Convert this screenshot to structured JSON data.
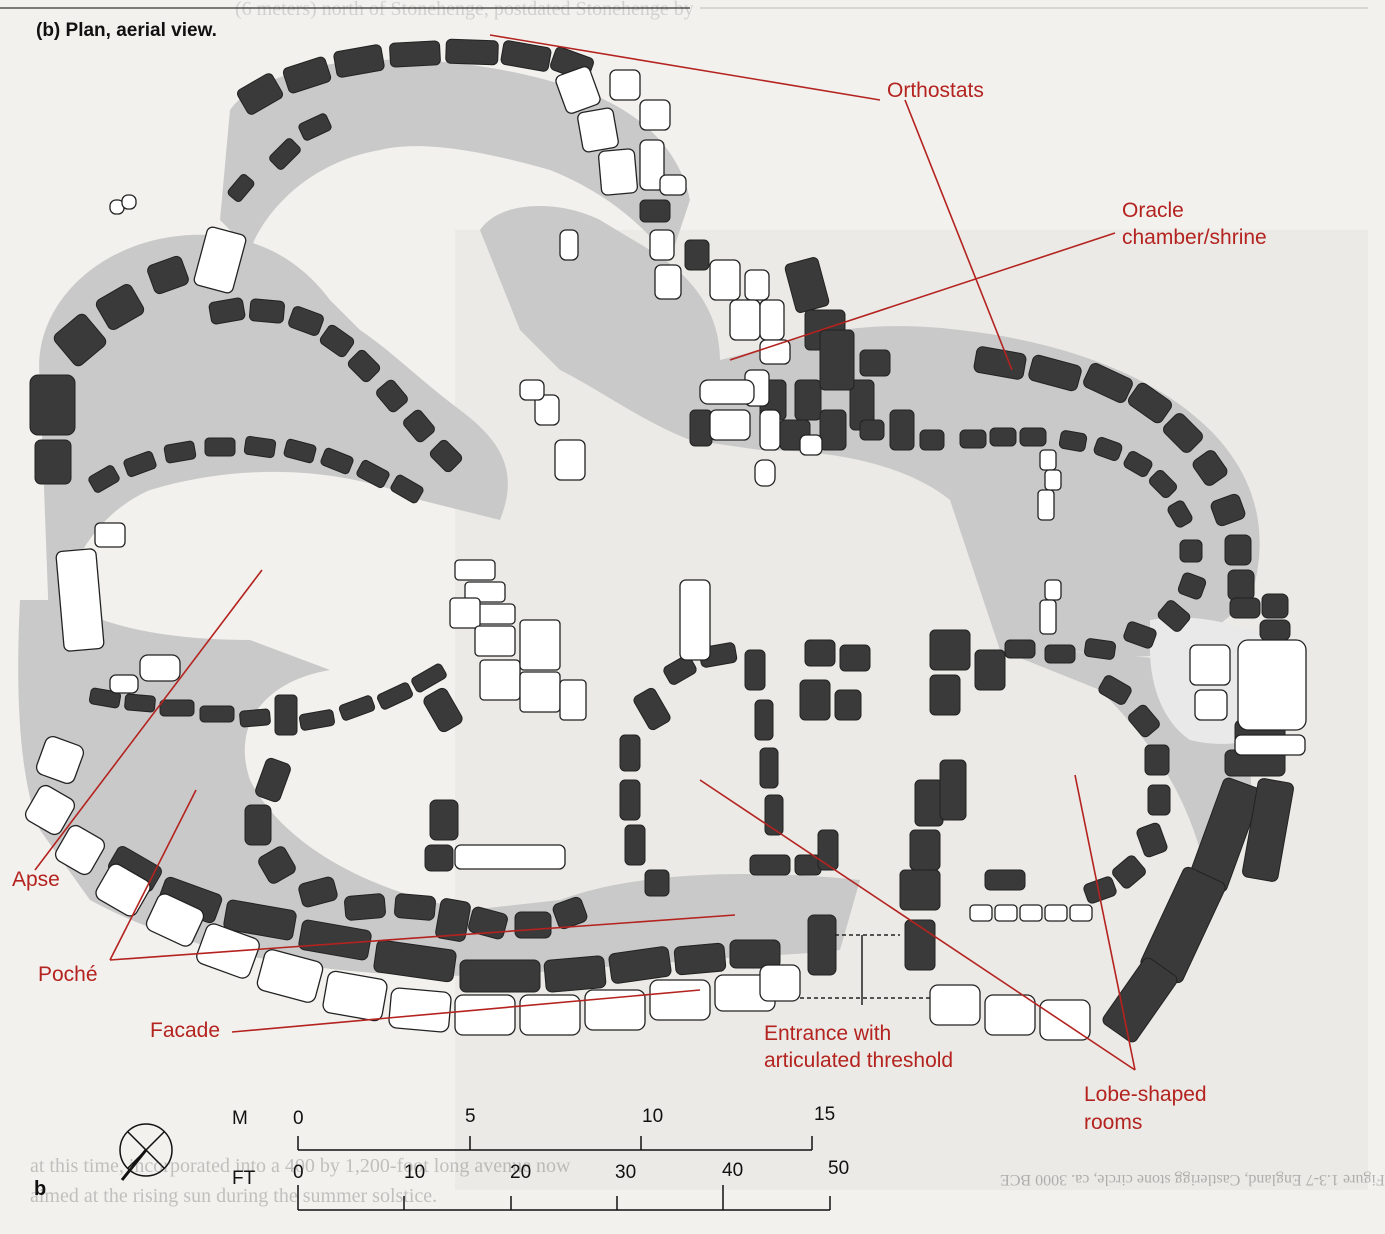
{
  "caption": "(b) Plan, aerial view.",
  "panel_letter": "b",
  "labels": {
    "orthostats": "Orthostats",
    "oracle_line1": "Oracle",
    "oracle_line2": "chamber/shrine",
    "apse": "Apse",
    "poche": "Poché",
    "facade": "Facade",
    "entrance_line1": "Entrance with",
    "entrance_line2": "articulated threshold",
    "lobe_line1": "Lobe-shaped",
    "lobe_line2": "rooms"
  },
  "scale": {
    "m_label": "M",
    "ft_label": "FT",
    "m_ticks": [
      "0",
      "5",
      "10",
      "15"
    ],
    "ft_ticks": [
      "0",
      "10",
      "20",
      "30",
      "40",
      "50"
    ]
  },
  "show_through_text": {
    "top": "(6 meters) north of Stonehenge, postdated Stonehenge by",
    "right_caption": "Figure 1.3-7 England, Castlerigg stone circle, ca. 3000 BCE",
    "bottom1": "at this time, incorporated into a 400 by 1,200-foot long avenue now",
    "bottom2": "aimed at the rising sun during the summer solstice."
  },
  "colors": {
    "label_red": "#b4231f",
    "stone_dark": "#3a3a3a",
    "poche_gray": "#c9c9c9",
    "paper": "#f2f1ee"
  }
}
